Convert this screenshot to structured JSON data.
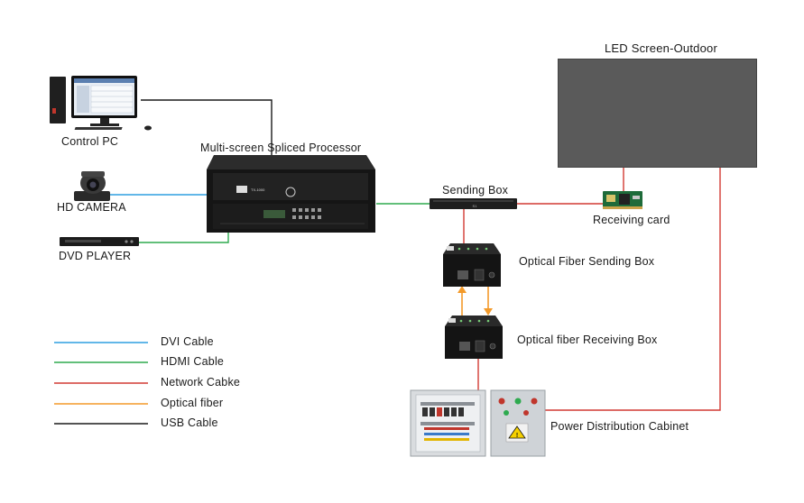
{
  "screen": {
    "title": "LED Screen-Outdoor"
  },
  "devices": {
    "control_pc": "Control PC",
    "processor": "Multi-screen Spliced Processor",
    "hd_camera": "HD CAMERA",
    "dvd_player": "DVD PLAYER",
    "sending_box": "Sending Box",
    "receiving_card": "Receiving card",
    "optical_sending_box": "Optical Fiber Sending Box",
    "optical_receiving_box": "Optical fiber Receiving Box",
    "power_cabinet": "Power Distribution Cabinet"
  },
  "legend": [
    {
      "label": "DVI Cable",
      "color": "#2f9fe0"
    },
    {
      "label": "HDMI Cable",
      "color": "#2eaa4f"
    },
    {
      "label": "Network Cabke",
      "color": "#d23a34"
    },
    {
      "label": "Optical fiber",
      "color": "#f39a2a"
    },
    {
      "label": "USB Cable",
      "color": "#1a1a1a"
    }
  ]
}
